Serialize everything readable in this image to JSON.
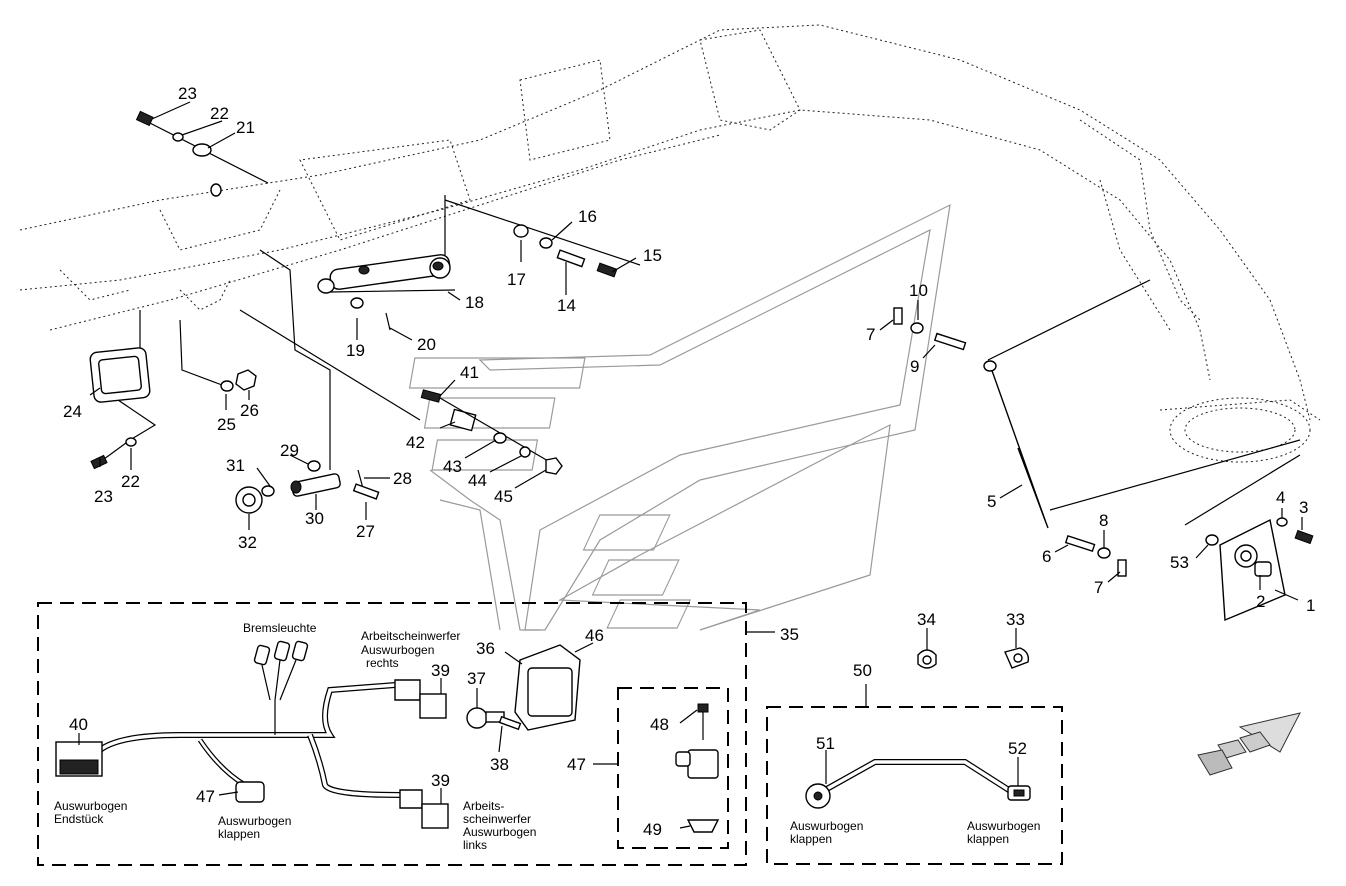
{
  "part_numbers": [
    "1",
    "2",
    "3",
    "4",
    "5",
    "6",
    "7",
    "7",
    "8",
    "9",
    "10",
    "14",
    "15",
    "16",
    "17",
    "18",
    "19",
    "20",
    "21",
    "22",
    "22",
    "23",
    "23",
    "24",
    "25",
    "26",
    "27",
    "28",
    "29",
    "30",
    "31",
    "32",
    "33",
    "34",
    "35",
    "36",
    "37",
    "38",
    "39",
    "39",
    "40",
    "41",
    "42",
    "43",
    "44",
    "45",
    "46",
    "47",
    "47",
    "48",
    "49",
    "50",
    "51",
    "52",
    "53"
  ],
  "labels": {
    "bremsleuchte": "Bremsleuchte",
    "aws_rechts_1": "Arbeitscheinwerfer",
    "aws_rechts_2": "Auswurbogen",
    "aws_rechts_3": "rechts",
    "endstueck_1": "Auswurbogen",
    "endstueck_2": "Endstück",
    "klappen_a_1": "Auswurbogen",
    "klappen_a_2": "klappen",
    "aws_links_1": "Arbeits-",
    "aws_links_2": "scheinwerfer",
    "aws_links_3": "Auswurbogen",
    "aws_links_4": "links",
    "klappen_b_1": "Auswurbogen",
    "klappen_b_2": "klappen",
    "klappen_c_1": "Auswurbogen",
    "klappen_c_2": "klappen"
  },
  "icons": [
    "direction-arrow-icon"
  ]
}
